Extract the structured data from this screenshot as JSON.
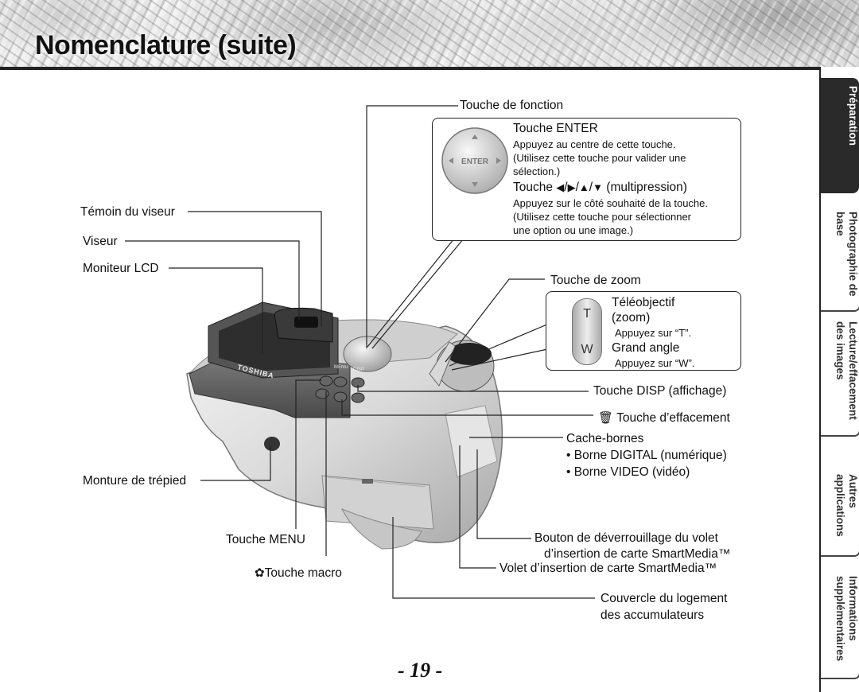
{
  "header": {
    "title": "Nomenclature (suite)"
  },
  "tabs": [
    {
      "label": "Préparation",
      "active": true
    },
    {
      "label": "Photographie de base",
      "active": false
    },
    {
      "label": "Lecture/effacement des images",
      "active": false
    },
    {
      "label": "Autres applications",
      "active": false
    },
    {
      "label": "Informations supplémentaires",
      "active": false
    }
  ],
  "labels": {
    "touche_fonction": "Touche de fonction",
    "enter_title": "Touche ENTER",
    "enter_desc_1": "Appuyez au centre de cette touche.",
    "enter_desc_2": "(Utilisez cette touche pour valider une",
    "enter_desc_3": "sélection.)",
    "multi_prefix": "Touche",
    "multi_suffix": "(multipression)",
    "multi_desc_1": "Appuyez sur le côté souhaité de la touche.",
    "multi_desc_2": "(Utilisez cette touche pour sélectionner",
    "multi_desc_3": "une option ou une image.)",
    "temoin_viseur": "Témoin du viseur",
    "viseur": "Viseur",
    "moniteur_lcd": "Moniteur LCD",
    "touche_zoom": "Touche de zoom",
    "teleobjectif": "Téléobjectif",
    "zoom": "(zoom)",
    "appuyez_t": "Appuyez sur “T”.",
    "grand_angle": "Grand angle",
    "appuyez_w": "Appuyez sur “W”.",
    "zoom_t": "T",
    "zoom_w": "W",
    "touche_disp": "Touche DISP (affichage)",
    "touche_effacement": "Touche d’effacement",
    "cache_bornes": "Cache-bornes",
    "borne_digital": "• Borne DIGITAL (numérique)",
    "borne_video": "• Borne VIDEO (vidéo)",
    "monture_trepied": "Monture de trépied",
    "touche_menu": "Touche MENU",
    "touche_macro": "Touche macro",
    "bouton_deverrouillage_1": "Bouton de déverrouillage du volet",
    "bouton_deverrouillage_2": "d’insertion de carte SmartMedia™",
    "volet_insertion": "Volet d’insertion de carte SmartMedia™",
    "couvercle_1": "Couvercle du logement",
    "couvercle_2": "des accumulateurs",
    "enter_button_text": "ENTER",
    "camera_brand": "TOSHIBA",
    "camera_menu": "MENU",
    "camera_disp": "DISP"
  },
  "page": {
    "number": "- 19 -"
  }
}
